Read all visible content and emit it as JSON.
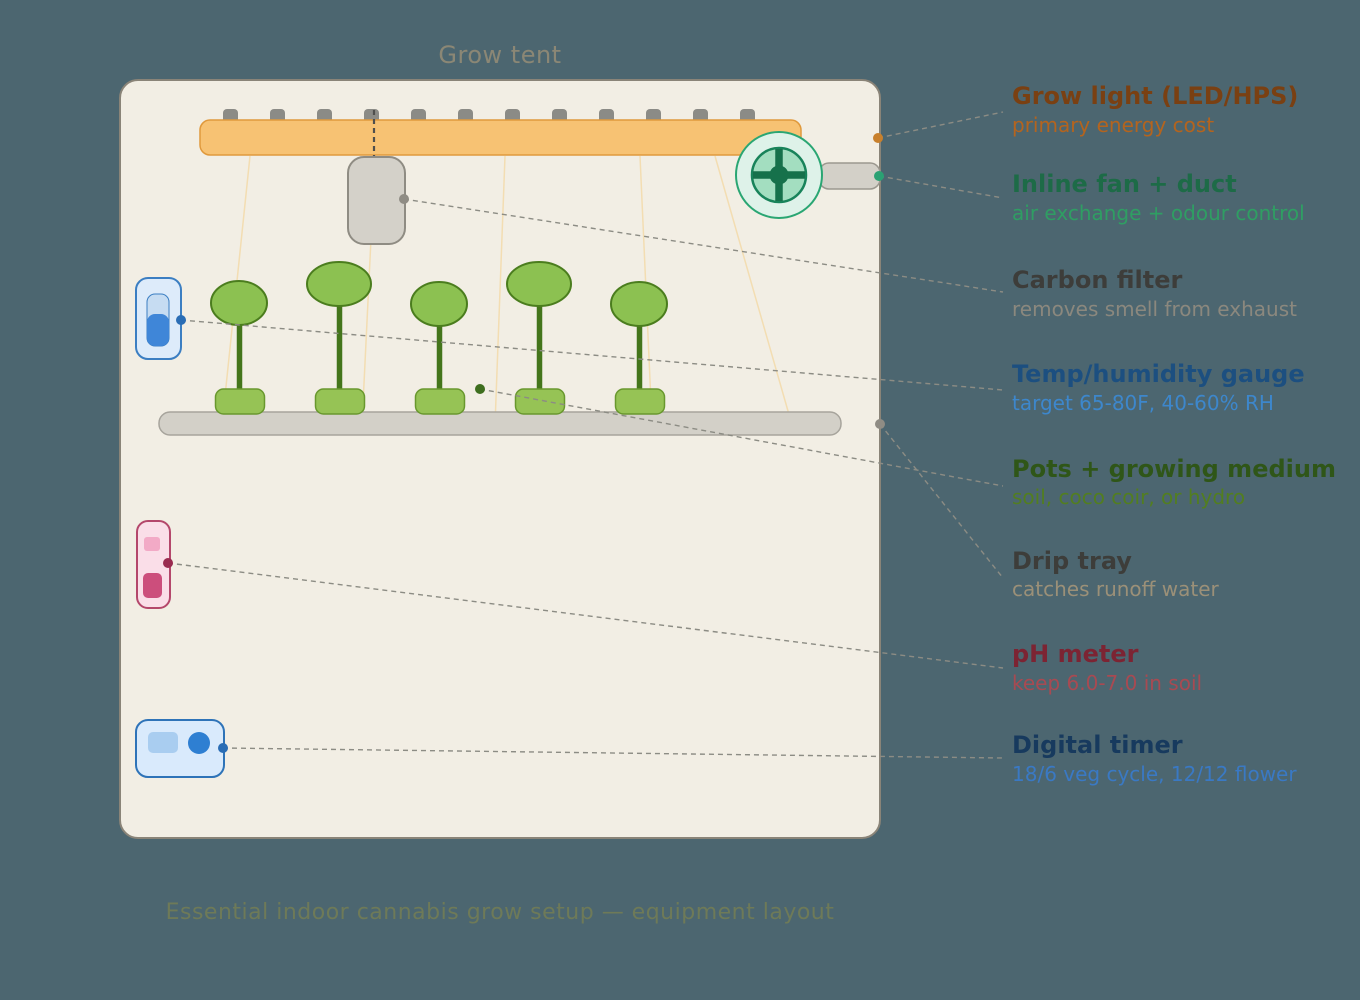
{
  "title": "Grow tent",
  "caption": "Essential indoor cannabis grow setup — equipment layout",
  "colors": {
    "background": "#4c6670",
    "tent_fill": "#f2eee4",
    "tent_border": "#8a8478",
    "title_color": "#8b8775",
    "caption_color": "#6e7a58",
    "light_bar": "#f7c273",
    "light_bar_border": "#e0993c",
    "light_ray": "#f3ddb2",
    "clip": "#8b8b86",
    "filter_fill": "#d4d1c9",
    "filter_border": "#8f8c83",
    "fan_outer": "#def2e9",
    "fan_inner": "#a3dec0",
    "fan_core": "#16714b",
    "fan_ring": "#2aa673",
    "duct_fill": "#d3d0c8",
    "duct_border": "#9b988f",
    "canopy": "#8cc151",
    "canopy_border": "#4b7d1e",
    "stem": "#44751b",
    "pot": "#96c355",
    "pot_border": "#69982e",
    "tray": "#d3d0c8",
    "tray_border": "#a7a49c",
    "gauge_body": "#ddebfa",
    "gauge_border": "#3b7ec2",
    "gauge_tube": "#c6dcf2",
    "gauge_liquid": "#3f86d8",
    "ph_body": "#fadee8",
    "ph_border": "#b4476b",
    "ph_screen": "#f2aac6",
    "ph_button": "#cc4e7c",
    "timer_body": "#d9eafc",
    "timer_border": "#2e73b8",
    "timer_screen": "#a9cdf0",
    "timer_knob": "#2e7fd2",
    "leader": "#8c8c84",
    "hanger": "#4f4f4d"
  },
  "labels": [
    {
      "title": "Grow light (LED/HPS)",
      "subtitle": "primary energy cost",
      "title_color": "#7a4012",
      "subtitle_color": "#b4641e",
      "dot_color": "#c8802c"
    },
    {
      "title": "Inline fan + duct",
      "subtitle": "air exchange + odour control",
      "title_color": "#1d6b47",
      "subtitle_color": "#2f9e63",
      "dot_color": "#2aa173"
    },
    {
      "title": "Carbon filter",
      "subtitle": "removes smell from exhaust",
      "title_color": "#3d3d3a",
      "subtitle_color": "#8b887e",
      "dot_color": "#8f8c84"
    },
    {
      "title": "Temp/humidity gauge",
      "subtitle": "target 65-80F, 40-60% RH",
      "title_color": "#1c4f80",
      "subtitle_color": "#3d87cc",
      "dot_color": "#2a6db5"
    },
    {
      "title": "Pots + growing medium",
      "subtitle": "soil, coco coir, or hydro",
      "title_color": "#2f5618",
      "subtitle_color": "#527e20",
      "dot_color": "#3e6e1e"
    },
    {
      "title": "Drip tray",
      "subtitle": "catches runoff water",
      "title_color": "#3d3d3a",
      "subtitle_color": "#9b9078",
      "dot_color": "#8f8c84"
    },
    {
      "title": "pH meter",
      "subtitle": "keep 6.0-7.0 in soil",
      "title_color": "#7c2433",
      "subtitle_color": "#a84a52",
      "dot_color": "#9a2b50"
    },
    {
      "title": "Digital timer",
      "subtitle": "18/6 veg cycle, 12/12 flower",
      "title_color": "#173a5e",
      "subtitle_color": "#3a79c4",
      "dot_color": "#2a6db5"
    }
  ]
}
